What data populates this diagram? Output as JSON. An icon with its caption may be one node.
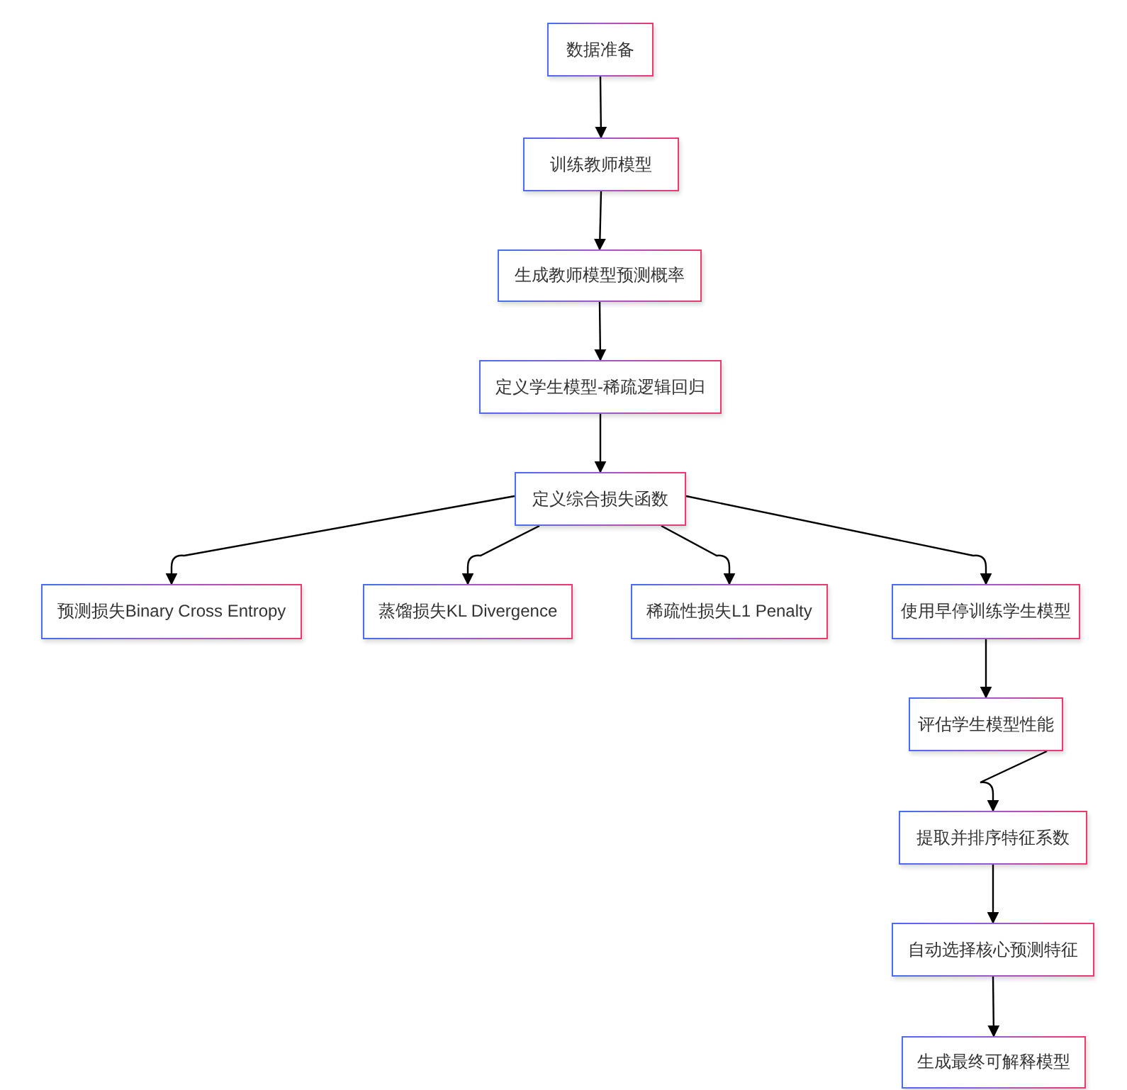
{
  "diagram": {
    "nodes": [
      {
        "text": [
          "数据准备"
        ]
      },
      {
        "text": [
          "训练教师模型"
        ]
      },
      {
        "text": [
          "生成教师模型预测概率"
        ]
      },
      {
        "text": [
          "定义学生模型-稀疏逻辑回归"
        ]
      },
      {
        "text": [
          "定义综合损失函数"
        ]
      },
      {
        "text": [
          "预测损失Binary Cross Entropy"
        ]
      },
      {
        "text": [
          "蒸馏损失KL Divergence"
        ]
      },
      {
        "text": [
          "稀疏性损失L1 Penalty"
        ]
      },
      {
        "text": [
          "使用早停训练学生模型"
        ]
      },
      {
        "text": [
          "评估学生模型性能"
        ]
      },
      {
        "text": [
          "提取并排序特征系数"
        ]
      },
      {
        "text": [
          "自动选择核心预测特征"
        ]
      },
      {
        "text": [
          "生成最终可解释模型"
        ]
      }
    ],
    "edges": [
      {
        "from": 0,
        "to": 1,
        "arrow": "to"
      },
      {
        "from": 1,
        "to": 2,
        "arrow": "to"
      },
      {
        "from": 2,
        "to": 3,
        "arrow": "to"
      },
      {
        "from": 3,
        "to": 4,
        "arrow": "to"
      },
      {
        "from": 4,
        "to": 5,
        "arrow": "to"
      },
      {
        "from": 4,
        "to": 6,
        "arrow": "to"
      },
      {
        "from": 4,
        "to": 7,
        "arrow": "to"
      },
      {
        "from": 4,
        "to": 8,
        "arrow": "to"
      },
      {
        "from": 8,
        "to": 9,
        "arrow": "to"
      },
      {
        "from": 9,
        "to": 10,
        "arrow": "to"
      },
      {
        "from": 10,
        "to": 11,
        "arrow": "to"
      },
      {
        "from": 11,
        "to": 12,
        "arrow": "to"
      }
    ]
  }
}
